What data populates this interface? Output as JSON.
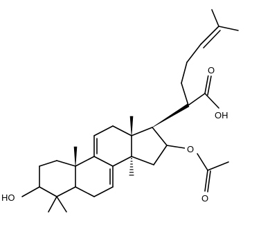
{
  "labels": {
    "hydroxyl": "HO",
    "carboxyl_oxygen": "O",
    "carboxyl_hydroxyl": "OH",
    "acetoxy_oxygen": "O",
    "acetyl_oxygen": "O"
  },
  "colors": {
    "bond": "#000000",
    "background": "#ffffff"
  }
}
